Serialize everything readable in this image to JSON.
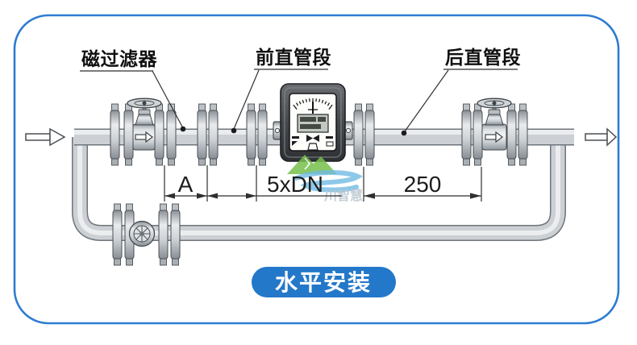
{
  "frame": {
    "border_color": "#2e7cd2",
    "background": "#ffffff"
  },
  "annotations": {
    "magnetic_filter": "磁过滤器",
    "front_straight": "前直管段",
    "rear_straight": "后直管段"
  },
  "dimensions": {
    "filter_length": "A",
    "front_run": "5xDN",
    "rear_run": "250"
  },
  "caption": {
    "text": "水平安装",
    "bg_color": "#2478c9",
    "text_color": "#ffffff"
  },
  "watermark": {
    "text": "川智慧",
    "mountain_color": "#76c04c",
    "swoosh_color": "#5aaede"
  },
  "icons": {
    "flow_in": "right-arrow",
    "flow_out": "right-arrow",
    "valve_flow_marks": "right-arrow"
  },
  "colors": {
    "pipe_outline": "#6e757b",
    "pipe_fill": "#ccd0d4",
    "pipe_highlight": "#eef0f2",
    "flange_fill": "#c6cbd0",
    "meter_body": "#3c4043"
  }
}
